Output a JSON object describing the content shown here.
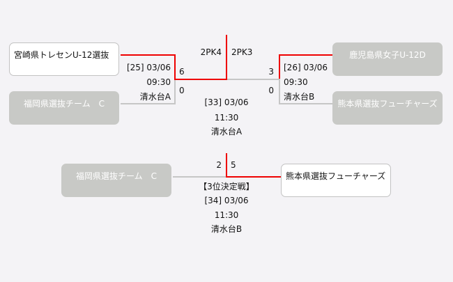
{
  "semifinals": [
    {
      "match_no": "[25] 03/06",
      "time": "09:30",
      "venue": "清水台A",
      "team1": {
        "name": "宮崎県トレセンU-12選抜",
        "score": "6",
        "winner": true
      },
      "team2": {
        "name": "福岡県選抜チーム　C",
        "score": "0",
        "winner": false
      }
    },
    {
      "match_no": "[26] 03/06",
      "time": "09:30",
      "venue": "清水台B",
      "team1": {
        "name": "鹿児島県女子U-12D",
        "score": "3",
        "winner": false
      },
      "team2": {
        "name": "熊本県選抜フューチャーズ",
        "score": "0",
        "winner": true
      }
    }
  ],
  "final": {
    "match_no": "[33] 03/06",
    "time": "11:30",
    "venue": "清水台A",
    "left_score": "2PK4",
    "right_score": "2PK3"
  },
  "third_place": {
    "label": "【3位決定戦】",
    "match_no": "[34] 03/06",
    "time": "11:30",
    "venue": "清水台B",
    "team1": {
      "name": "福岡県選抜チーム　C",
      "score": "2"
    },
    "team2": {
      "name": "熊本県選抜フューチャーズ",
      "score": "5"
    }
  },
  "colors": {
    "winner_line": "#ee0000",
    "loser_line": "#c6c6c6",
    "loser_box": "#c8c9c6"
  }
}
